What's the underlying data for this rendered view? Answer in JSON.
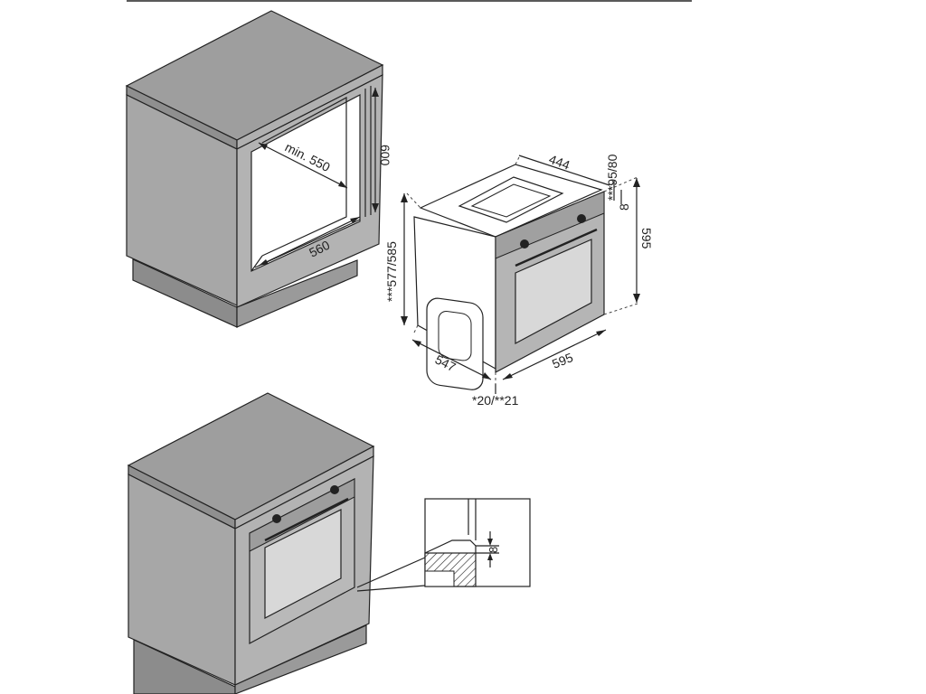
{
  "colors": {
    "cabinet_top": "#9c9c9c",
    "cabinet_front": "#a9a9a9",
    "cabinet_side": "#8e8e8e",
    "cabinet_plinth": "#8a8a8a",
    "oven_panel": "#b5b5b5",
    "oven_glass": "#d9d9d9",
    "outline": "#222222"
  },
  "cabinet_dimensions": {
    "depth": "min. 550",
    "width": "560",
    "height": "600"
  },
  "oven_dimensions": {
    "top_depth": "444",
    "top_gap": "***95/80",
    "panel_offset": "8",
    "height": "595",
    "body_height": "***577/585",
    "body_depth": "547",
    "front_width": "595",
    "front_thickness": "*20/**21"
  },
  "detail_dimensions": {
    "gap": "8"
  }
}
